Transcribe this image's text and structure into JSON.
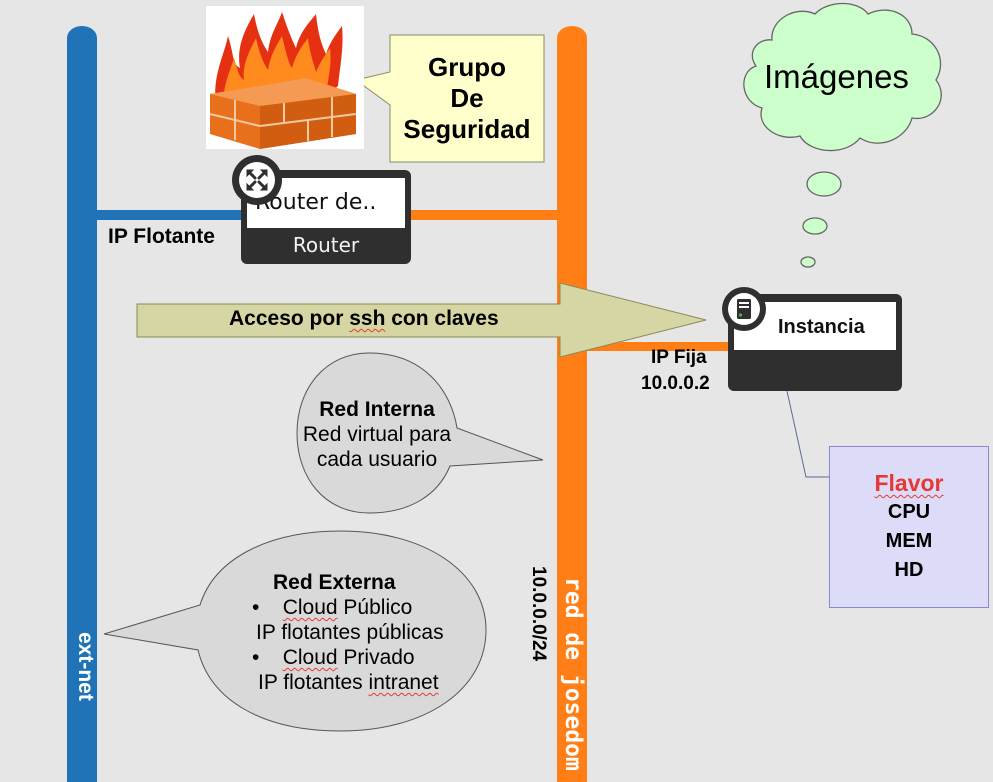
{
  "security_group": {
    "line1": "Grupo",
    "line2": "De",
    "line3": "Seguridad"
  },
  "router": {
    "title": "Router de..",
    "subtitle": "Router",
    "badge_icon": "router-icon"
  },
  "floating_ip_label": "IP Flotante",
  "images_cloud": {
    "label": "Imágenes"
  },
  "ssh_arrow": {
    "label_prefix": "Acceso por ",
    "label_ssh": "ssh",
    "label_suffix": " con claves"
  },
  "instance": {
    "title": "Instancia",
    "badge_icon": "server-icon"
  },
  "fixed_ip": {
    "label": "IP Fija",
    "value": "10.0.0.2"
  },
  "internal_network_bubble": {
    "title": "Red Interna",
    "line1": "Red virtual para",
    "line2": "cada usuario"
  },
  "flavor": {
    "title": "Flavor",
    "items": [
      "CPU",
      "MEM",
      "HD"
    ]
  },
  "external_network_bubble": {
    "title": "Red Externa",
    "bullet1_prefix": "Cloud",
    "bullet1_suffix": " Público",
    "line2": "IP flotantes públicas",
    "bullet2_prefix": "Cloud",
    "bullet2_suffix": " Privado",
    "line4_prefix": "IP flotantes ",
    "line4_suffix": "intranet",
    "bullet_char": "•"
  },
  "ext_net_label": "ext-net",
  "internal_net": {
    "name": "red de josedom",
    "cidr": "10.0.0.0/24"
  },
  "colors": {
    "ext_net": "#1f73b6",
    "internal_net": "#ff7f16",
    "ssh_arrow": "#d6d6a4",
    "cloud": "#ccffcc",
    "bubble": "#d9d9d9",
    "callout": "#ffffcc",
    "flavor_title": "#e53935"
  }
}
